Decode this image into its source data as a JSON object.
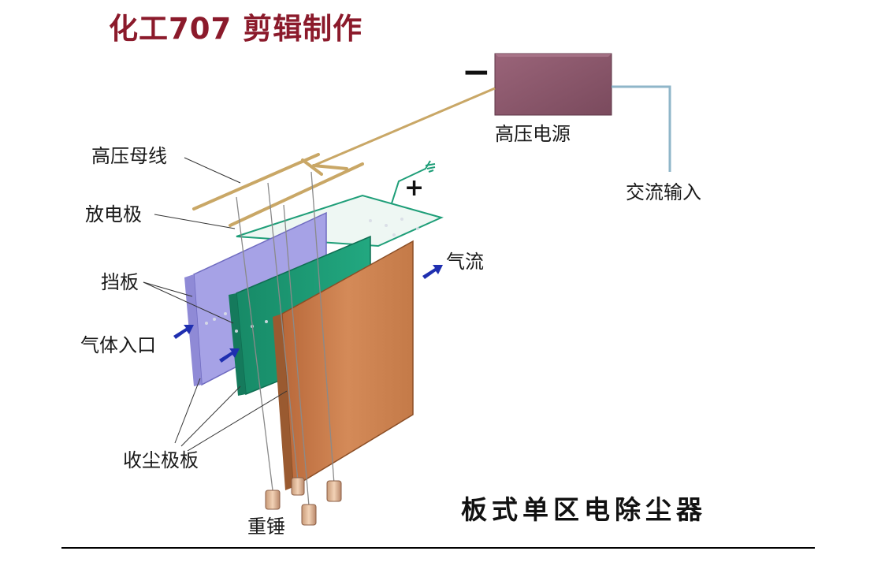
{
  "title": "化工707 剪辑制作",
  "caption": "板式单区电除尘器",
  "labels": {
    "power_supply": "高压电源",
    "ac_input": "交流输入",
    "hv_bus": "高压母线",
    "discharge_electrode": "放电极",
    "baffle": "挡板",
    "gas_inlet": "气体入口",
    "airflow": "气流",
    "collecting_plate": "收尘极板",
    "weight": "重锤"
  },
  "symbols": {
    "negative": "−",
    "positive": "+"
  },
  "colors": {
    "title": "#8b1a2b",
    "power_box": "#8a5569",
    "plate_purple": "#a6a2e6",
    "plate_green": "#1e9e78",
    "plate_orange": "#cd8150",
    "arrow_blue": "#1f2fb0",
    "bus_wire": "#c9a766"
  }
}
